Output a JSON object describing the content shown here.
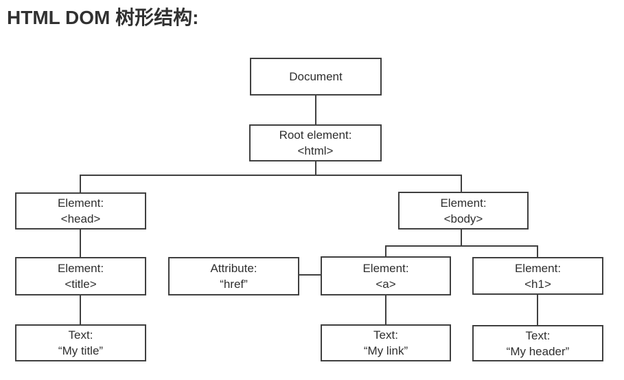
{
  "page": {
    "title": "HTML DOM 树形结构:"
  },
  "diagram": {
    "nodes": {
      "document": {
        "line1": "Document"
      },
      "root": {
        "line1": "Root element:",
        "line2": "<html>"
      },
      "head": {
        "line1": "Element:",
        "line2": "<head>"
      },
      "body": {
        "line1": "Element:",
        "line2": "<body>"
      },
      "title_element": {
        "line1": "Element:",
        "line2": "<title>"
      },
      "attribute": {
        "line1": "Attribute:",
        "line2": "“href”"
      },
      "anchor": {
        "line1": "Element:",
        "line2": "<a>"
      },
      "heading1": {
        "line1": "Element:",
        "line2": "<h1>"
      },
      "text_title": {
        "line1": "Text:",
        "line2": "“My title”"
      },
      "text_link": {
        "line1": "Text:",
        "line2": "“My link”"
      },
      "text_header": {
        "line1": "Text:",
        "line2": "“My header”"
      }
    },
    "colors": {
      "border": "#3f3f3f",
      "text": "#2e2e2e",
      "title": "#313131",
      "background": "#ffffff"
    }
  }
}
